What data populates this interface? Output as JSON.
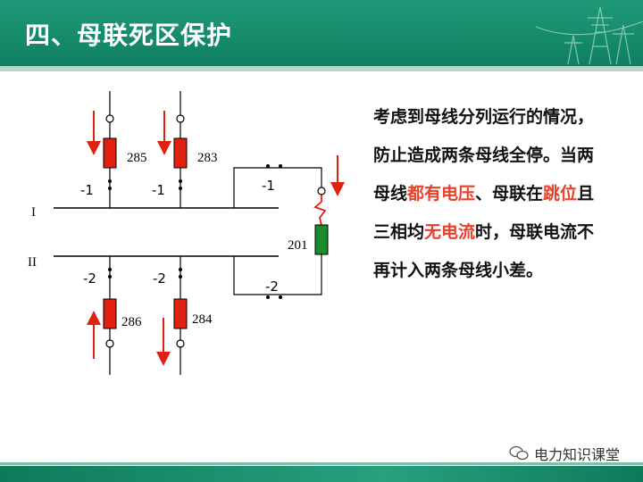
{
  "header": {
    "title": "四、母联死区保护"
  },
  "diagram": {
    "bus_labels": [
      "I",
      "II"
    ],
    "feeders": [
      {
        "id": "285",
        "switch_label": "-1",
        "current_direction": "down"
      },
      {
        "id": "283",
        "switch_label": "-1",
        "current_direction": "down"
      },
      {
        "id": "286",
        "switch_label": "-2",
        "current_direction": "up"
      },
      {
        "id": "284",
        "switch_label": "-2",
        "current_direction": "down"
      }
    ],
    "bus_coupler": {
      "id": "201",
      "switch_top": "-1",
      "switch_bottom": "-2"
    },
    "colors": {
      "breaker_closed": "#e02010",
      "coupler": "#1a8a2a",
      "arrow": "#e02010"
    }
  },
  "description": {
    "p1": "考虑到母线分列运行的情况，防止造成两条母线全停。当两母线",
    "hl1": "都有电压",
    "p2": "、母联在",
    "hl2": "跳位",
    "p3": "且三相均",
    "hl3": "无电流",
    "p4": "时，母联电流不再计入两条母线小差。"
  },
  "watermark": {
    "text": "电力知识课堂"
  }
}
